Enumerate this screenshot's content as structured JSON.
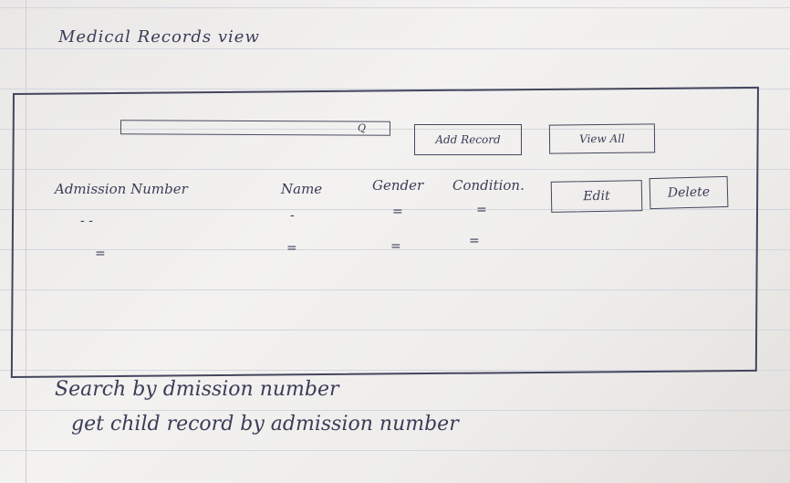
{
  "title": "Medical Records view",
  "search": {
    "icon": "Q"
  },
  "buttons": {
    "add_record": "Add Record",
    "view_all": "View All",
    "edit": "Edit",
    "delete": "Delete"
  },
  "table": {
    "headers": [
      "Admission Number",
      "Name",
      "Gender",
      "Condition."
    ],
    "rows": [
      [
        "- -",
        "-",
        "=",
        "="
      ],
      [
        "=",
        "=",
        "=",
        "="
      ]
    ]
  },
  "notes": [
    "Search by dmission number",
    "get child record by admission number"
  ]
}
